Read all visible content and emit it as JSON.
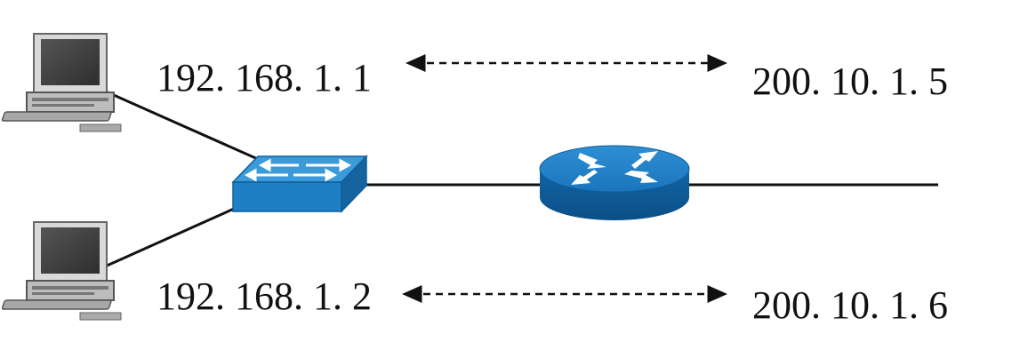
{
  "labels": {
    "pc1_ip": "192. 168. 1. 1",
    "pc2_ip": "192. 168. 1. 2",
    "pc1_public_ip": "200. 10. 1. 5",
    "pc2_public_ip": "200. 10. 1. 6"
  },
  "nodes": [
    {
      "id": "pc1",
      "type": "computer",
      "icon": "computer-icon"
    },
    {
      "id": "pc2",
      "type": "computer",
      "icon": "computer-icon"
    },
    {
      "id": "switch",
      "type": "switch",
      "icon": "switch-icon"
    },
    {
      "id": "router",
      "type": "router",
      "icon": "router-icon"
    }
  ],
  "links": [
    {
      "from": "pc1",
      "to": "switch"
    },
    {
      "from": "pc2",
      "to": "switch"
    },
    {
      "from": "switch",
      "to": "router"
    },
    {
      "from": "router",
      "to": "external"
    }
  ],
  "mappings": [
    {
      "private": "192. 168. 1. 1",
      "public": "200. 10. 1. 5",
      "arrow": "dashed-bidirectional"
    },
    {
      "private": "192. 168. 1. 2",
      "public": "200. 10. 1. 6",
      "arrow": "dashed-bidirectional"
    }
  ],
  "colors": {
    "device_blue": "#1f7fc4",
    "device_blue_dark": "#0f5e9c",
    "device_blue_light": "#3b9ad8",
    "line": "#111111",
    "computer_gray": "#6d6d6d"
  }
}
